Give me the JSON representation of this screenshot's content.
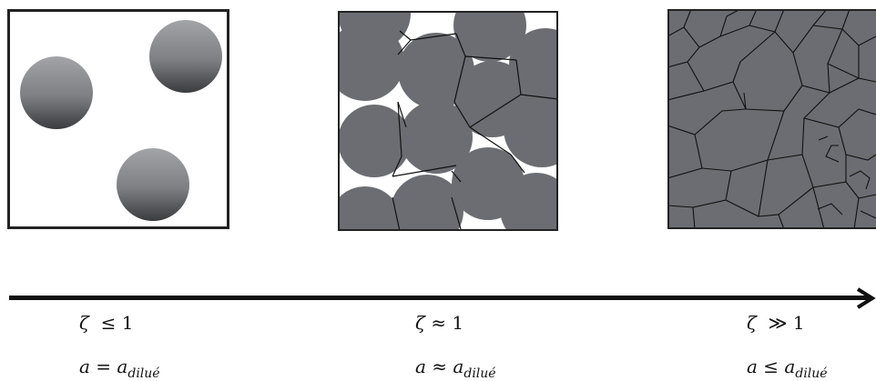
{
  "diagram": {
    "colors": {
      "frame": "#222222",
      "particle_fill": "#6b6d72",
      "edge_line": "#111111",
      "sphere_light": "#a3a4a8",
      "sphere_dark": "#3a3b3e",
      "axis": "#111111"
    },
    "panels": [
      {
        "name": "dilute",
        "description": "isolated spheres"
      },
      {
        "name": "touching",
        "description": "touching deformable particles"
      },
      {
        "name": "compressed",
        "description": "compressed polyhedral cells"
      }
    ],
    "axis": {
      "direction": "right",
      "arrow_icon": "arrow-right-icon"
    },
    "labels": [
      {
        "zeta_symbol": "ζ",
        "zeta_relation": "≤",
        "zeta_value": "1",
        "a_symbol": "a",
        "a_relation": "=",
        "a_rhs": "a",
        "a_subscript": "dilué"
      },
      {
        "zeta_symbol": "ζ",
        "zeta_relation": "≈",
        "zeta_value": "1",
        "a_symbol": "a",
        "a_relation": "≈",
        "a_rhs": "a",
        "a_subscript": "dilué"
      },
      {
        "zeta_symbol": "ζ",
        "zeta_relation": "≫",
        "zeta_value": "1",
        "a_symbol": "a",
        "a_relation": "≤",
        "a_rhs": "a",
        "a_subscript": "dilué"
      }
    ]
  }
}
